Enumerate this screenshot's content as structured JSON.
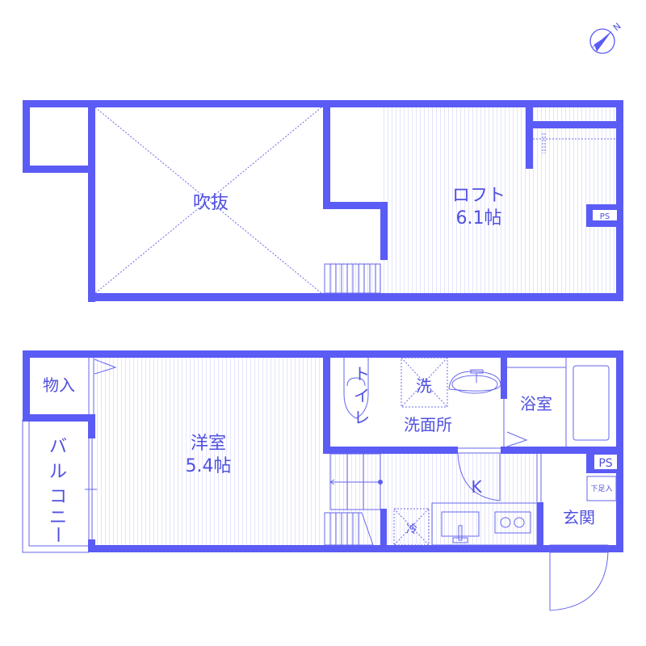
{
  "diagram": {
    "type": "floor-plan",
    "colors": {
      "wall": "#5b5bf5",
      "line": "#6666ee",
      "text": "#5050e0",
      "floor_hatch": "#e4e4fb",
      "background": "#ffffff"
    },
    "compass": {
      "label": "N",
      "orientation": "north-east"
    },
    "upper_floor": {
      "rooms": [
        {
          "id": "void",
          "label": "吹抜"
        },
        {
          "id": "loft",
          "label": "ロフト",
          "area": "6.1帖"
        },
        {
          "id": "loft-ps",
          "label": "PS"
        }
      ]
    },
    "lower_floor": {
      "rooms": [
        {
          "id": "storage",
          "label": "物入"
        },
        {
          "id": "balcony",
          "label": "バルコニー"
        },
        {
          "id": "western-room",
          "label": "洋室",
          "area": "5.4帖"
        },
        {
          "id": "toilet",
          "label": "トイレ"
        },
        {
          "id": "washer",
          "label": "洗"
        },
        {
          "id": "washroom",
          "label": "洗面所"
        },
        {
          "id": "bathroom",
          "label": "浴室"
        },
        {
          "id": "kitchen",
          "label": "K"
        },
        {
          "id": "fridge",
          "label": "冷"
        },
        {
          "id": "entrance",
          "label": "玄関"
        },
        {
          "id": "shoe-box",
          "label": "下足入"
        },
        {
          "id": "ps",
          "label": "PS"
        }
      ]
    }
  }
}
